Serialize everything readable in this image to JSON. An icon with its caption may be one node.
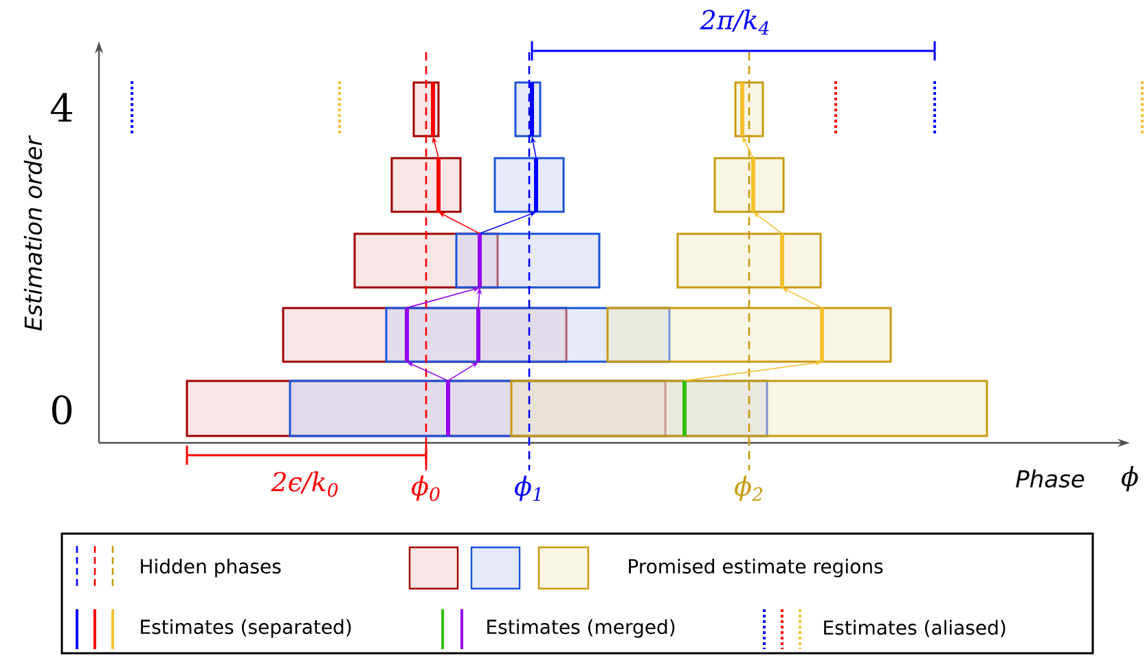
{
  "diagram": {
    "nodes": [
      {
        "text": [],
        "shape": "bar"
      },
      {
        "text": [],
        "shape": "bar"
      },
      {
        "text": [],
        "shape": "bar"
      },
      {
        "text": [],
        "shape": "bar"
      },
      {
        "text": [],
        "shape": "bar"
      },
      {
        "text": [],
        "shape": "bar"
      },
      {
        "text": [],
        "shape": "bar"
      },
      {
        "text": [],
        "shape": "bar"
      },
      {
        "text": [],
        "shape": "bar"
      },
      {
        "text": [],
        "shape": "bar"
      },
      {
        "text": [],
        "shape": "bar"
      },
      {
        "text": [],
        "shape": "bar"
      },
      {
        "text": [],
        "shape": "bar"
      }
    ],
    "edges": [
      {
        "from": 11,
        "to": 8,
        "arrow": "to",
        "color": "#9400f0"
      },
      {
        "from": 11,
        "to": 9,
        "arrow": "to",
        "color": "#9400f0"
      },
      {
        "from": 12,
        "to": 10,
        "arrow": "to",
        "color": "#f5c030"
      },
      {
        "from": 8,
        "to": 6,
        "arrow": "to",
        "color": "#9400f0"
      },
      {
        "from": 9,
        "to": 6,
        "arrow": "to",
        "color": "#9400f0"
      },
      {
        "from": 10,
        "to": 7,
        "arrow": "to",
        "color": "#f5c030"
      },
      {
        "from": 6,
        "to": 3,
        "arrow": "to",
        "color": "#ff0000"
      },
      {
        "from": 6,
        "to": 4,
        "arrow": "to",
        "color": "#0000ff"
      },
      {
        "from": 7,
        "to": 5,
        "arrow": "to",
        "color": "#f5c030"
      },
      {
        "from": 3,
        "to": 0,
        "arrow": "to",
        "color": "#ff0000"
      },
      {
        "from": 4,
        "to": 1,
        "arrow": "to",
        "color": "#0000ff"
      },
      {
        "from": 5,
        "to": 2,
        "arrow": "to",
        "color": "#f5c030"
      }
    ],
    "labels": [
      "2π/k$_{4}$",
      "4",
      "0",
      "Estimation order",
      "2ϵ/k$_{0}$",
      "ϕ$_{0}$",
      "ϕ$_{1}$",
      "ϕ$_{2}$",
      "Phase",
      "ϕ"
    ],
    "legend": [
      {
        "text": "Hidden phases"
      },
      {
        "text": "Promised estimate regions"
      },
      {
        "text": "Estimates (separated)"
      },
      {
        "text": "Estimates (merged)"
      },
      {
        "text": "Estimates (aliased)"
      }
    ]
  }
}
